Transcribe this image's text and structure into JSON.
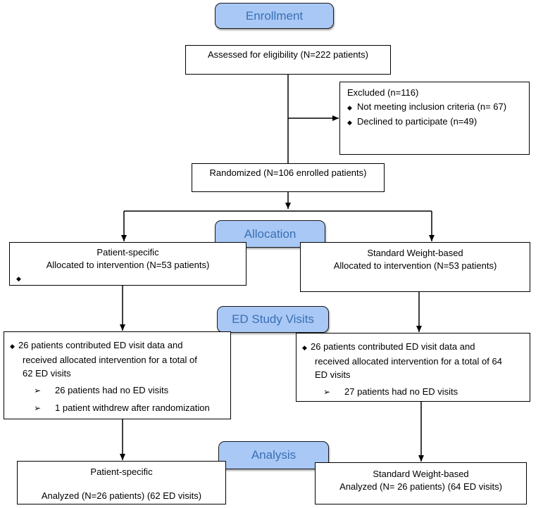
{
  "stages": {
    "enrollment": "Enrollment",
    "allocation": "Allocation",
    "visits": "ED Study Visits",
    "analysis": "Analysis"
  },
  "assessed": "Assessed for eligibility (N=222 patients)",
  "excluded": {
    "title": "Excluded (n=116)",
    "items": [
      "Not meeting inclusion criteria (n= 67)",
      "Declined to participate (n=49)"
    ]
  },
  "randomized": "Randomized (N=106 enrolled patients)",
  "allocation_left": {
    "title": "Patient-specific",
    "line": "Allocated to intervention (N=53 patients)"
  },
  "allocation_right": {
    "title": "Standard Weight-based",
    "line": "Allocated to intervention (N=53 patients)"
  },
  "visits_left": {
    "lines": [
      "26 patients contributed ED visit data and",
      "received allocated intervention for a total of",
      "62 ED visits"
    ],
    "sub": [
      "26 patients had no ED visits",
      "1 patient withdrew after randomization"
    ]
  },
  "visits_right": {
    "lines": [
      "26 patients contributed ED visit data and",
      "received allocated intervention for a total of 64",
      "ED visits"
    ],
    "sub": [
      "27 patients had no ED visits"
    ]
  },
  "analysis_left": {
    "title": "Patient-specific",
    "line": "Analyzed (N=26 patients) (62 ED visits)"
  },
  "analysis_right": {
    "title": "Standard Weight-based",
    "line": "Analyzed (N= 26 patients) (64 ED visits)"
  }
}
